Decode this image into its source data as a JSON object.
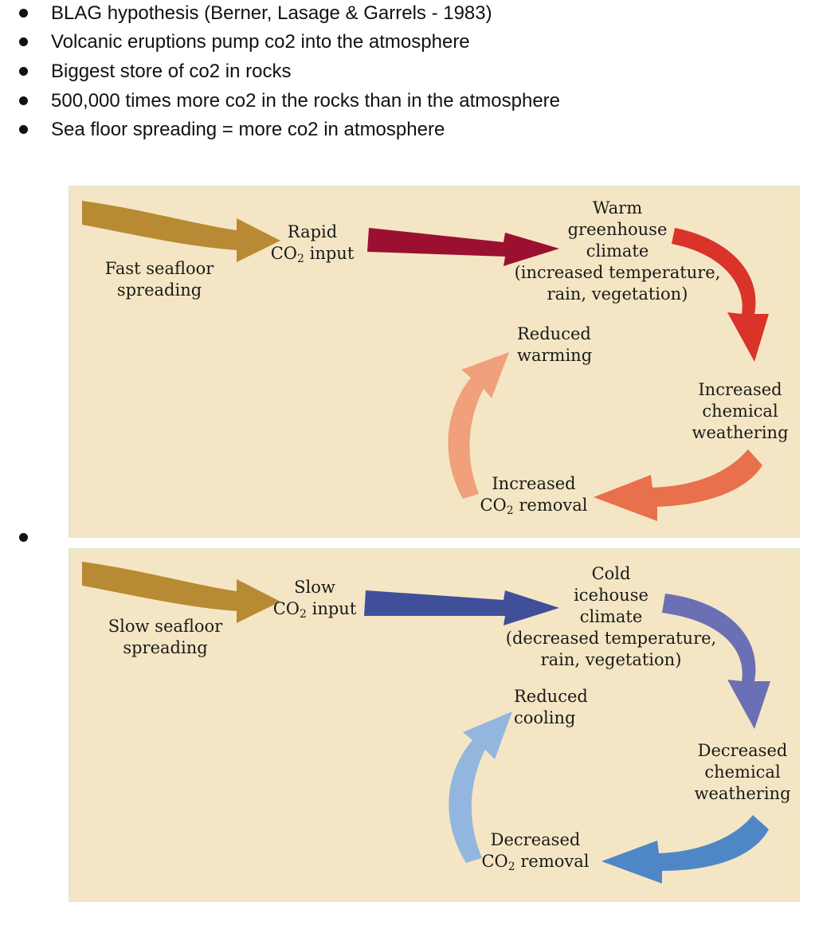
{
  "bullets": [
    "BLAG hypothesis (Berner, Lasage & Garrels - 1983)",
    "Volcanic eruptions pump co2 into the atmosphere",
    "Biggest store of co2 in rocks",
    "500,000 times more co2 in the rocks than in the atmosphere",
    "Sea floor spreading = more co2 in atmosphere"
  ],
  "top_panel": {
    "source": [
      "Fast seafloor",
      "spreading"
    ],
    "input": {
      "line1": "Rapid",
      "co": "CO",
      "sub": "2",
      "suffix": " input"
    },
    "climate": [
      "Warm",
      "greenhouse",
      "climate",
      "(increased temperature,",
      "rain, vegetation)"
    ],
    "weathering": [
      "Increased",
      "chemical",
      "weathering"
    ],
    "removal": {
      "line1": "Increased",
      "co": "CO",
      "sub": "2",
      "suffix": " removal"
    },
    "feedback": [
      "Reduced",
      "warming"
    ],
    "colors": {
      "feed": "#b88a34",
      "input": "#9b1030",
      "warm": "#d9332a",
      "weather": "#e8704c",
      "feedback": "#f0a07a"
    }
  },
  "bottom_panel": {
    "source": [
      "Slow seafloor",
      "spreading"
    ],
    "input": {
      "line1": "Slow",
      "co": "CO",
      "sub": "2",
      "suffix": " input"
    },
    "climate": [
      "Cold",
      "icehouse",
      "climate",
      "(decreased temperature,",
      "rain, vegetation)"
    ],
    "weathering": [
      "Decreased",
      "chemical",
      "weathering"
    ],
    "removal": {
      "line1": "Decreased",
      "co": "CO",
      "sub": "2",
      "suffix": " removal"
    },
    "feedback": [
      "Reduced",
      "cooling"
    ],
    "colors": {
      "feed": "#b88a34",
      "input": "#3f4f9a",
      "cold": "#6b6fb4",
      "weather": "#4f87c6",
      "feedback": "#93b6df"
    }
  }
}
